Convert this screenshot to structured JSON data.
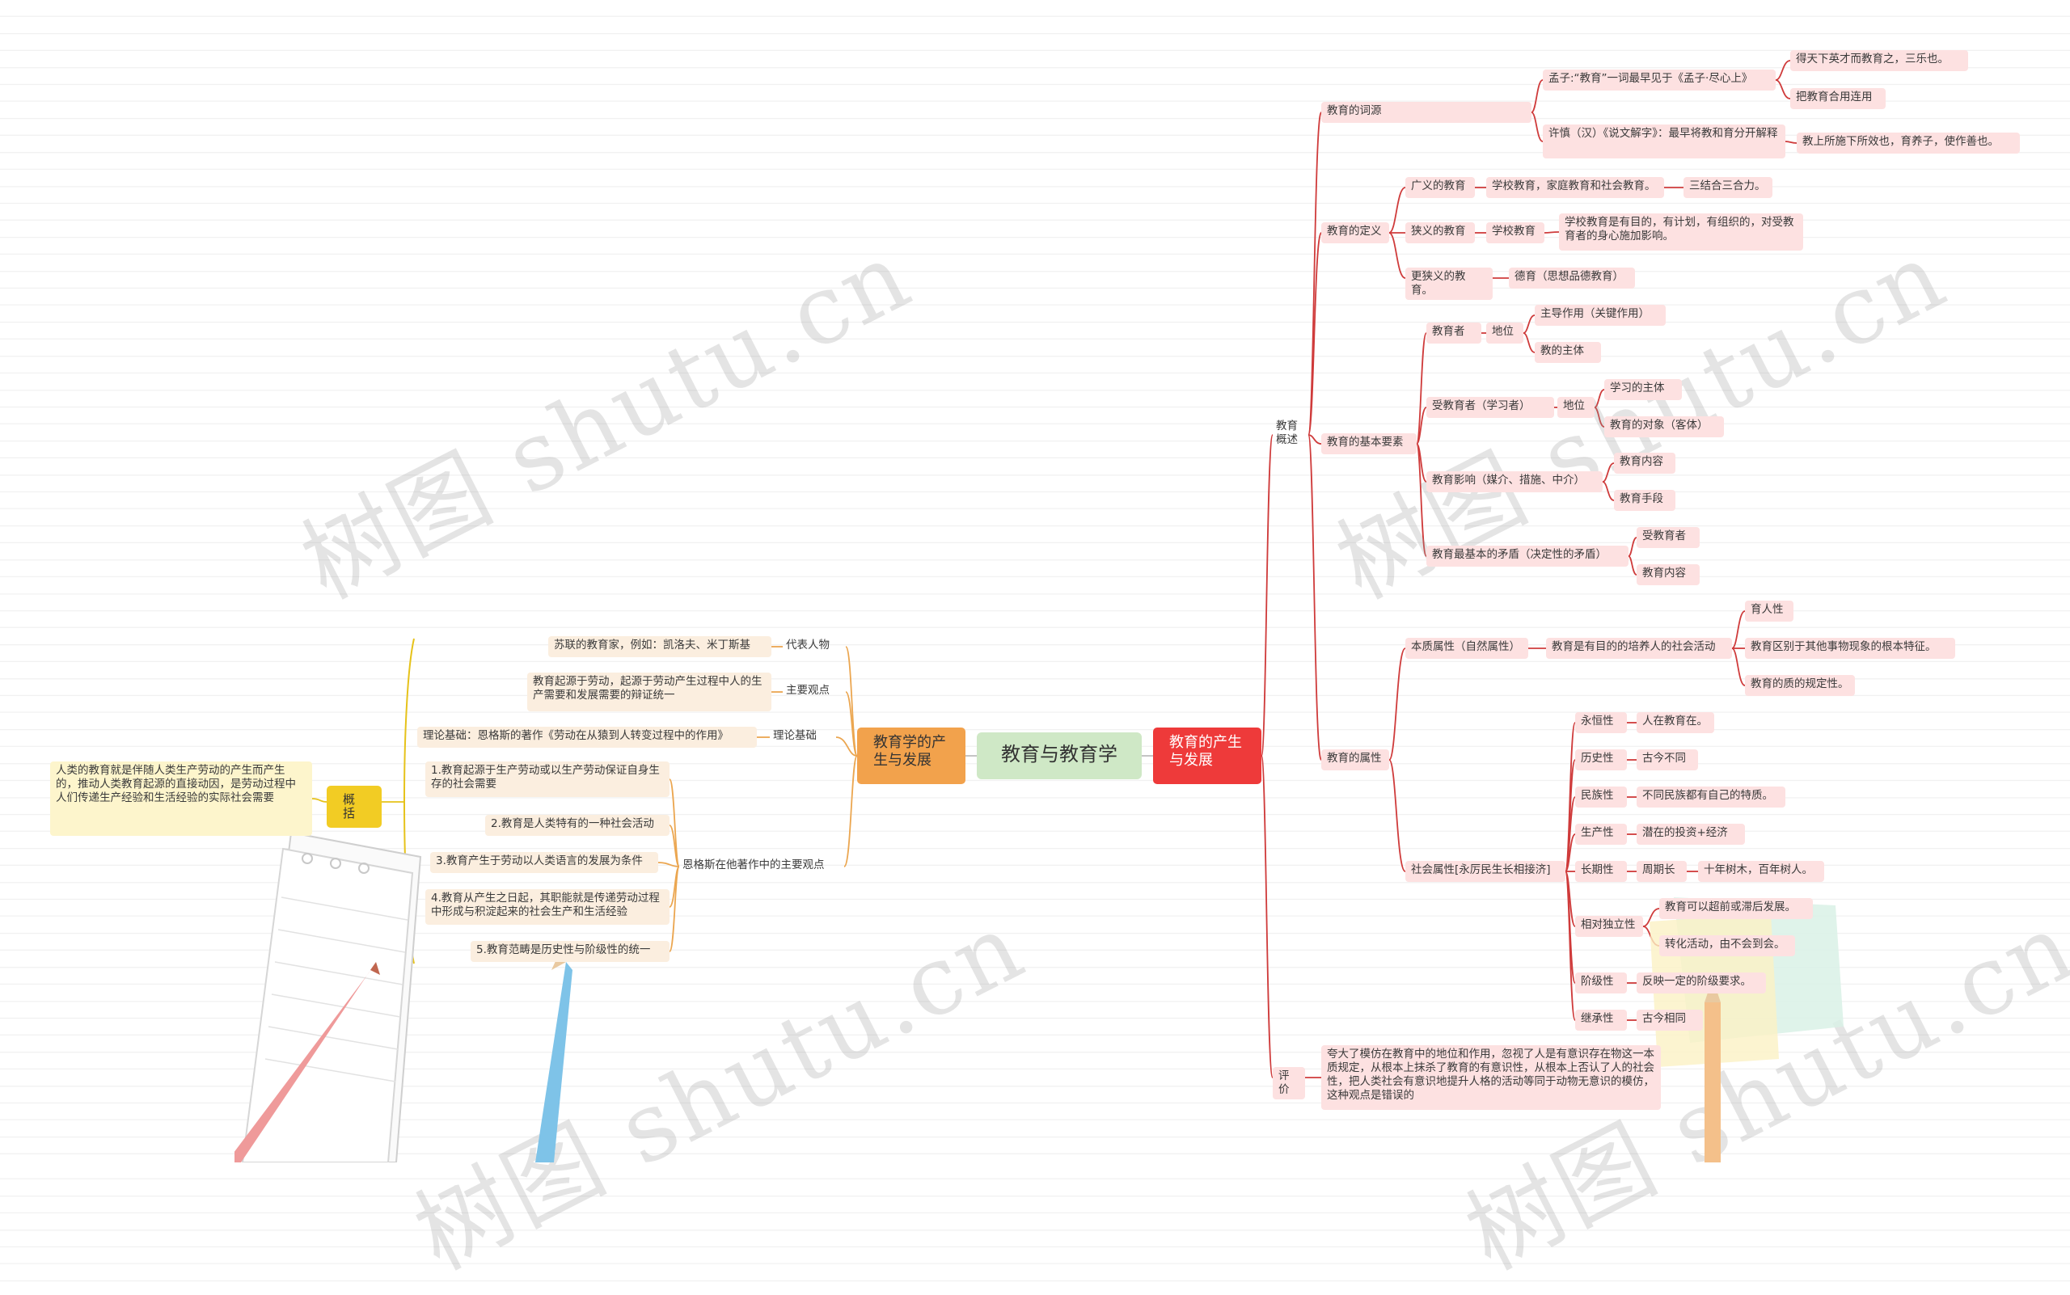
{
  "watermark": "树图 shutu.cn",
  "colors": {
    "red_line": "#cf3b3b",
    "orange_line": "#eba650",
    "gold_line": "#e6c21a",
    "center": "#cfe8c6",
    "red_main": "#ee3a3a",
    "orange_main": "#f2a24c"
  },
  "center": "教育与教育学",
  "right": {
    "title": "教育的产生与发展",
    "overview": {
      "label": "教育概述",
      "etymology": {
        "label": "教育的词源",
        "mencius": "孟子:“教育”一词最早见于《孟子·尽心上》",
        "mencius_a": "得天下英才而教育之，三乐也。",
        "mencius_b": "把教育合用连用",
        "xushen": "许慎（汉）《说文解字》：最早将教和育分开解释",
        "xushen_a": "教上所施下所效也，育养子，使作善也。"
      },
      "definition": {
        "label": "教育的定义",
        "broad": "广义的教育",
        "broad_a": "学校教育，家庭教育和社会教育。",
        "broad_b": "三结合三合力。",
        "narrow": "狭义的教育",
        "narrow_a": "学校教育",
        "narrow_b": "学校教育是有目的，有计划，有组织的，对受教育者的身心施加影响。",
        "narrower": "更狭义的教育。",
        "narrower_a": "德育（思想品德教育）"
      },
      "elements": {
        "label": "教育的基本要素",
        "educator": "教育者",
        "educator_pos": "地位",
        "educator_a": "主导作用（关键作用）",
        "educator_b": "教的主体",
        "learner": "受教育者（学习者）",
        "learner_pos": "地位",
        "learner_a": "学习的主体",
        "learner_b": "教育的对象（客体）",
        "influence": "教育影响（媒介、措施、中介）",
        "influence_a": "教育内容",
        "influence_b": "教育手段",
        "contradiction": "教育最基本的矛盾（决定性的矛盾）",
        "contradiction_a": "受教育者",
        "contradiction_b": "教育内容"
      },
      "attributes": {
        "label": "教育的属性",
        "essence": "本质属性（自然属性）",
        "essence_a": "教育是有目的的培养人的社会活动",
        "essence_b1": "育人性",
        "essence_b2": "教育区别于其他事物现象的根本特征。",
        "essence_b3": "教育的质的规定性。",
        "social": "社会属性[永厉民生长相接济]",
        "eternal": "永恒性",
        "eternal_a": "人在教育在。",
        "historical": "历史性",
        "historical_a": "古今不同",
        "national": "民族性",
        "national_a": "不同民族都有自己的特质。",
        "productive": "生产性",
        "productive_a": "潜在的投资+经济",
        "longterm": "长期性",
        "longterm_a": "周期长",
        "longterm_b": "十年树木，百年树人。",
        "independent": "相对独立性",
        "independent_a": "教育可以超前或滞后发展。",
        "independent_b": "转化活动，由不会到会。",
        "class": "阶级性",
        "class_a": "反映一定的阶级要求。",
        "inherit": "继承性",
        "inherit_a": "古今相同"
      }
    },
    "evaluation": {
      "label": "评价",
      "text": "夸大了模仿在教育中的地位和作用，忽视了人是有意识存在物这一本质规定，从根本上抹杀了教育的有意识性，从根本上否认了人的社会性，把人类社会有意识地提升人格的活动等同于动物无意识的模仿，这种观点是错误的"
    }
  },
  "left": {
    "title": "教育学的产生与发展",
    "rep": "代表人物",
    "rep_text": "苏联的教育家，例如：凯洛夫、米丁斯基",
    "view": "主要观点",
    "view_text": "教育起源于劳动，起源于劳动产生过程中人的生产需要和发展需要的辩证统一",
    "theory": "理论基础",
    "theory_text": "理论基础：恩格斯的著作《劳动在从猿到人转变过程中的作用》",
    "engels": "恩格斯在他著作中的主要观点",
    "p1": "1.教育起源于生产劳动或以生产劳动保证自身生存的社会需要",
    "p2": "2.教育是人类特有的一种社会活动",
    "p3": "3.教育产生于劳动以人类语言的发展为条件",
    "p4": "4.教育从产生之日起，其职能就是传递劳动过程中形成与积淀起来的社会生产和生活经验",
    "p5": "5.教育范畴是历史性与阶级性的统一",
    "summary": "概括",
    "summary_text": "人类的教育就是伴随人类生产劳动的产生而产生的，推动人类教育起源的直接动因，是劳动过程中人们传递生产经验和生活经验的实际社会需要"
  }
}
